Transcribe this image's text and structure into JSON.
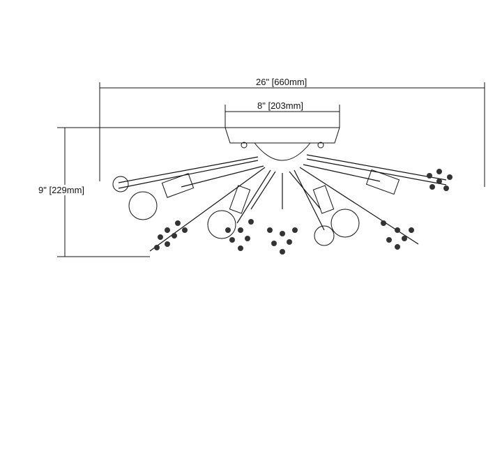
{
  "dimensions": {
    "overall_width": "26\" [660mm]",
    "canopy_width": "8\" [203mm]",
    "height": "9\" [229mm]"
  },
  "colors": {
    "line": "#111111",
    "background": "#ffffff"
  }
}
